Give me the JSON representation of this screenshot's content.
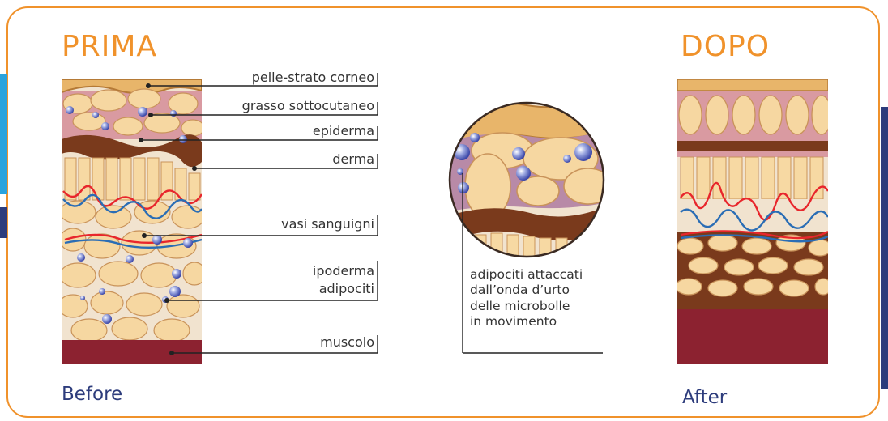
{
  "headings": {
    "before_title": "PRIMA",
    "after_title": "DOPO",
    "before_caption": "Before",
    "after_caption": "After"
  },
  "labels": {
    "skin": "pelle-strato corneo",
    "subcutaneous": "grasso sottocutaneo",
    "epidermis": "epiderma",
    "dermis": "derma",
    "vessels": "vasi sanguigni",
    "hypodermis": "ipoderma",
    "adipocytes": "adipociti",
    "muscle": "muscolo"
  },
  "zoom_note": [
    "adipociti attaccati",
    "dall’onda d’urto",
    "delle microbolle",
    "in movimento"
  ],
  "colors": {
    "frame": "#f0922b",
    "caption": "#2d3c7c",
    "fat": "#f6d7a1",
    "fat_edge": "#c9935a",
    "dermis": "#7a3a1c",
    "muscle": "#8c2230",
    "epidermis_pink": "#d99aa1",
    "artery": "#e8262c",
    "vein": "#2a6db5"
  }
}
